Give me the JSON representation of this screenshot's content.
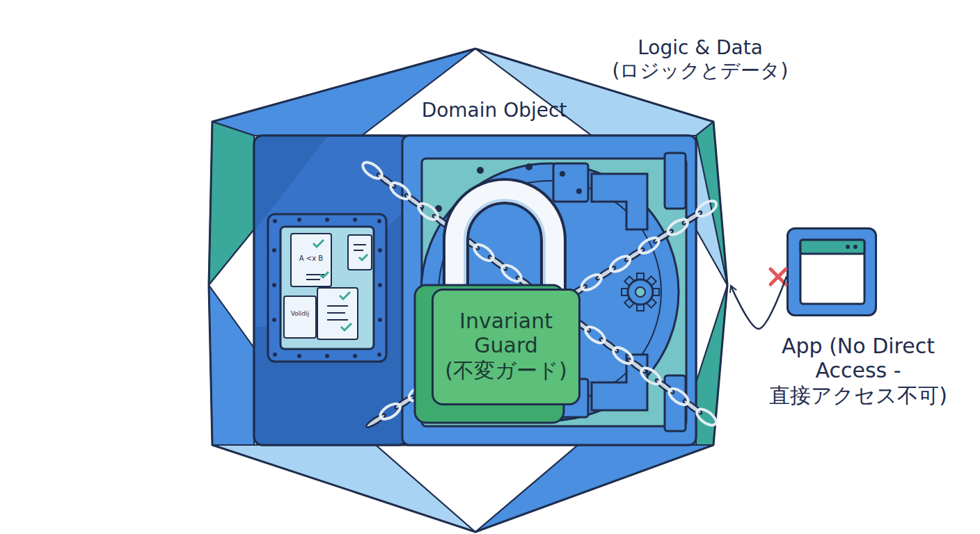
{
  "diagram": {
    "nodes": [
      {
        "text": [
          "Domain Object"
        ]
      },
      {
        "text": [
          "Invariant Guard (不変ガード)"
        ],
        "in": 0
      },
      {
        "text": [
          "App (No Direct Access - 直接アクセス不可)"
        ]
      }
    ],
    "edges": [
      {
        "from": 2,
        "to": 0,
        "arrow": "to"
      }
    ],
    "labels": [
      "Logic & Data (ロジックとデータ)",
      "A <x B",
      "Volidij"
    ]
  }
}
